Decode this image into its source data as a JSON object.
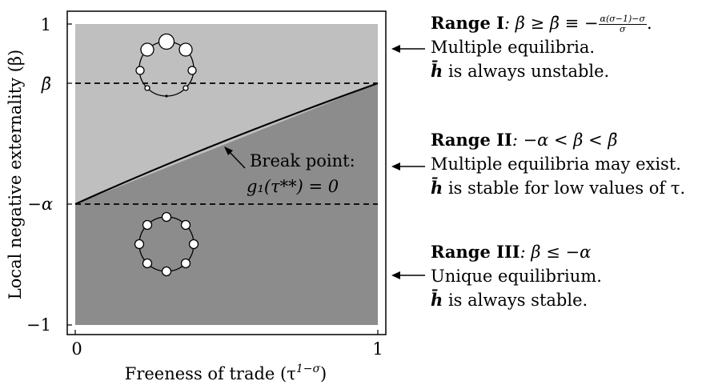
{
  "xlabel": "Freeness of trade (τ",
  "xlabel_sup": "1−σ",
  "xlabel_close": ")",
  "ylabel": "Local negative externality (β)",
  "xticks": [
    "0",
    "1"
  ],
  "yticks": {
    "top": "1",
    "beta_bar": "β̄",
    "minus_alpha": "−α",
    "bottom": "−1"
  },
  "break_point": {
    "line1": "Break point:",
    "line2": "g₁(τ**) = 0"
  },
  "ranges": [
    {
      "title": "Range I",
      "cond": ": β ≥ β̄ ≡ −",
      "frac_num": "α(σ−1)−σ",
      "frac_den": "σ",
      "tail": ".",
      "line2": "Multiple equilibria.",
      "line3_sym": "h̄",
      "line3": " is always unstable."
    },
    {
      "title": "Range II",
      "cond": ": −α < β < β̄",
      "line2": "Multiple equilibria may exist.",
      "line3_sym": "h̄",
      "line3": " is stable for low values of τ."
    },
    {
      "title": "Range III",
      "cond": ": β ≤ −α",
      "line2": "Unique equilibrium.",
      "line3_sym": "h̄",
      "line3": " is always stable."
    }
  ],
  "colors": {
    "light_region": "#bfbfbf",
    "dark_region": "#8c8c8c",
    "axes": "#000000"
  }
}
